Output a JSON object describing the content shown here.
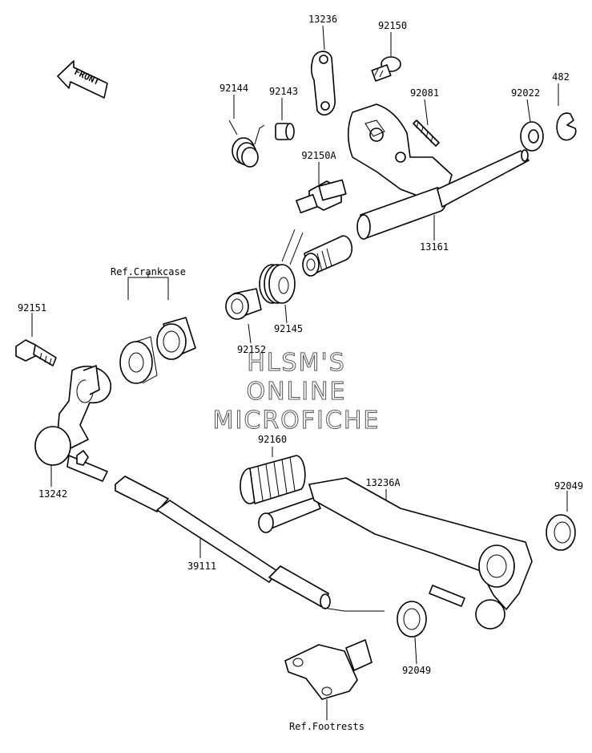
{
  "labels": {
    "l13236": "13236",
    "l92150": "92150",
    "l92144": "92144",
    "l92143": "92143",
    "l92081": "92081",
    "l92022": "92022",
    "l482": "482",
    "l92150A": "92150A",
    "l13161": "13161",
    "lRefCrankcase": "Ref.Crankcase",
    "l92151": "92151",
    "l92145": "92145",
    "l92152": "92152",
    "l92160": "92160",
    "l13242": "13242",
    "l13236A": "13236A",
    "l92049a": "92049",
    "l39111": "39111",
    "l92049b": "92049",
    "lRefFootrests": "Ref.Footrests"
  },
  "front": "FRONT",
  "watermark": [
    "HLSM'S",
    "ONLINE",
    "MICROFICHE"
  ]
}
